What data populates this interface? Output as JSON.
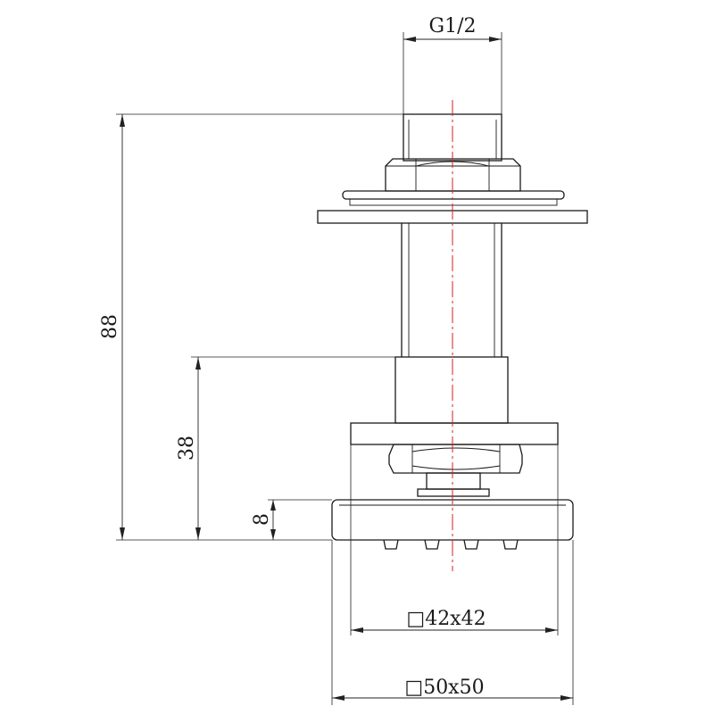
{
  "labels": {
    "thread": "G1/2",
    "overall_height": "88",
    "body_height": "38",
    "head_height": "8",
    "inner_square": "□42x42",
    "outer_square": "□50x50"
  },
  "colors": {
    "line": "#1a1a1a",
    "centerline": "#d42020",
    "background": "#ffffff"
  }
}
